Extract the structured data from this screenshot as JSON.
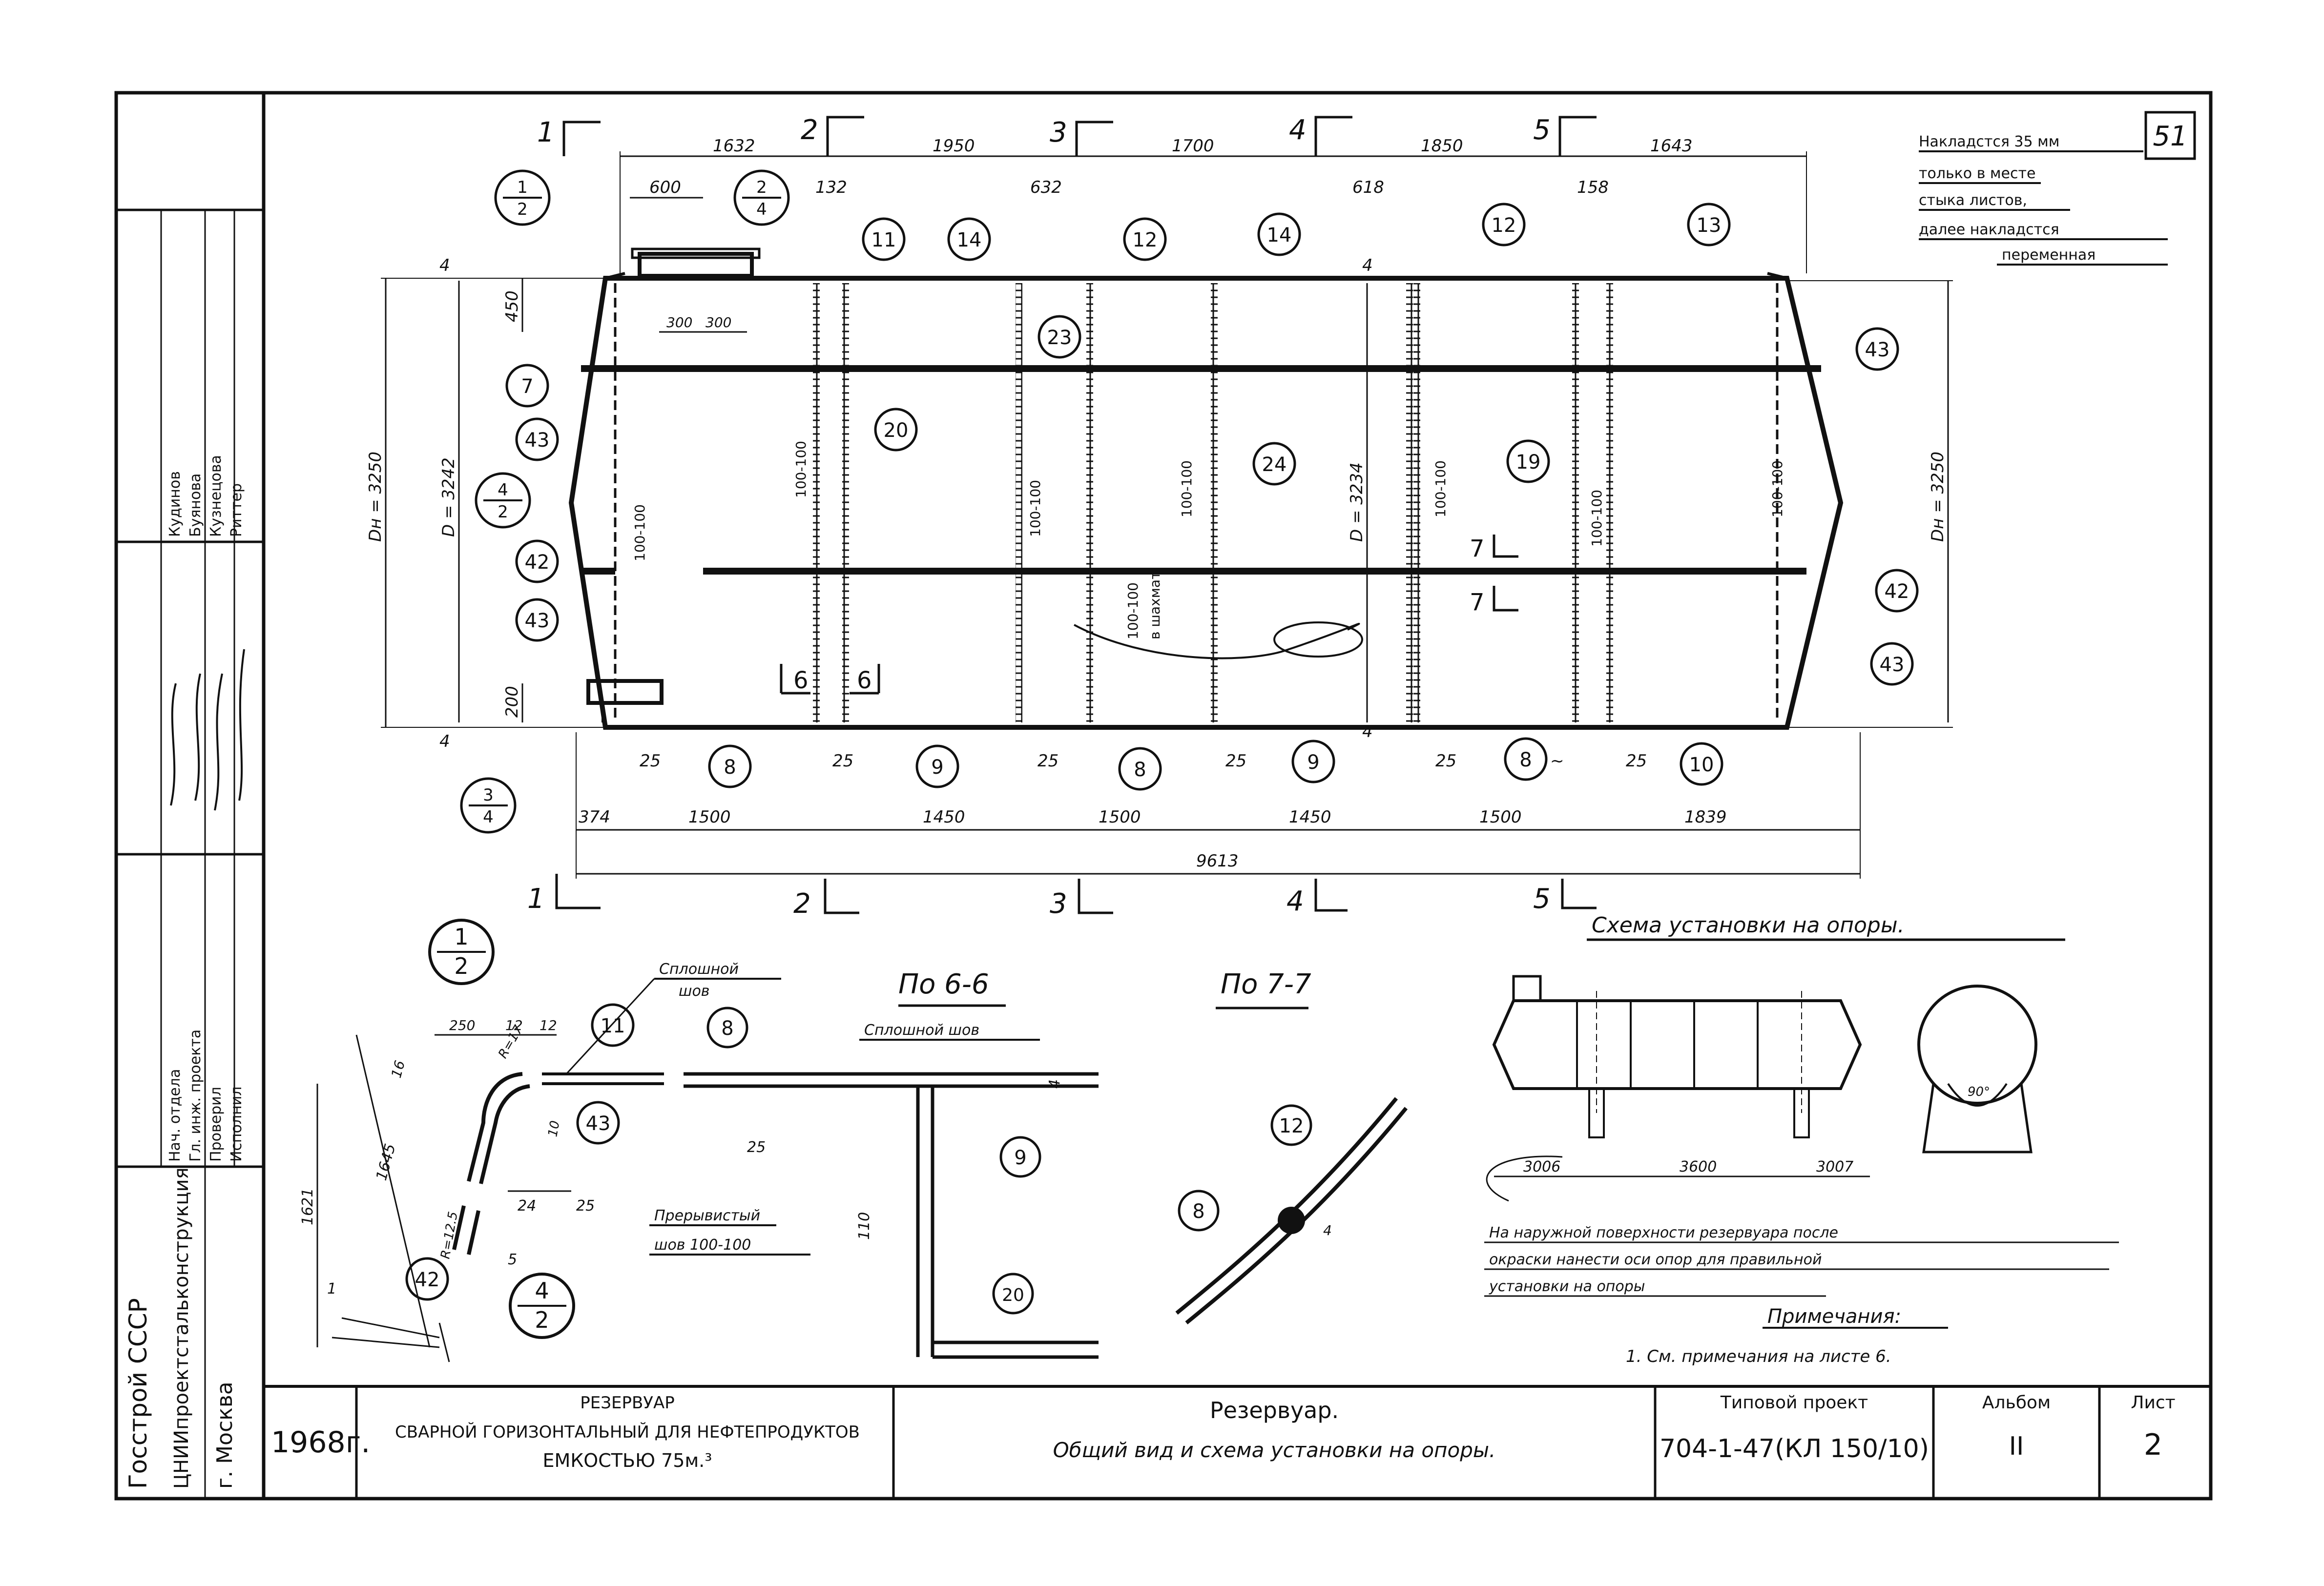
{
  "sheet_number": "51",
  "note_top_right": [
    "Накладстся 35 мм",
    "только в месте",
    "стыка листов,",
    "далее накладстся",
    "переменная"
  ],
  "section_marks": [
    "1",
    "2",
    "3",
    "4",
    "5"
  ],
  "top_dimensions": [
    "1632",
    "1950",
    "1700",
    "1850",
    "1643"
  ],
  "top_sub_dimensions": [
    "600",
    "132",
    "632",
    "618",
    "158"
  ],
  "manhole_dims": [
    "300",
    "300"
  ],
  "bottom_dimensions": [
    "374",
    "1500",
    "1450",
    "1500",
    "1450",
    "1500",
    "1839"
  ],
  "seam_25": "25",
  "tilde": "~",
  "overall_length": "9613",
  "left_dims": {
    "dn": "Dн = 3250",
    "d": "D = 3242",
    "h450": "450",
    "h200": "200",
    "four": "4"
  },
  "right_dims": {
    "dn": "Dн = 3250",
    "d": "D = 3234",
    "four": "4"
  },
  "weld_labels": [
    "100-100",
    "100-100",
    "100-100",
    "100-100",
    "100-100",
    "100-100",
    "100-100"
  ],
  "checker_label": [
    "100-100",
    "в шахмат"
  ],
  "section_cut_marks": {
    "six": "6",
    "seven": "7"
  },
  "part_labels": {
    "p1_2": [
      "1",
      "2"
    ],
    "p2_4": [
      "2",
      "4"
    ],
    "p4_2": [
      "4",
      "2"
    ],
    "p3_4": [
      "3",
      "4"
    ],
    "n7": "7",
    "n43": "43",
    "n42": "42",
    "n11": "11",
    "n14": "14",
    "n12": "12",
    "n13": "13",
    "n20": "20",
    "n23": "23",
    "n24": "24",
    "n19": "19",
    "n8": "8",
    "n9": "9",
    "n10": "10"
  },
  "detail_1_2": {
    "dims": [
      "250",
      "12",
      "12",
      "16",
      "R=17",
      "10",
      "R=12.5",
      "1645",
      "1621",
      "24",
      "25",
      "5",
      "1"
    ],
    "label_cont": [
      "Сплошной",
      "шов"
    ],
    "label_interrupted": [
      "Прерывистый",
      "шов 100-100"
    ]
  },
  "view_6_6": {
    "title": "По 6-6",
    "label": "Сплошной шов",
    "dims": [
      "25",
      "4",
      "110"
    ]
  },
  "view_7_7": {
    "title": "По 7-7",
    "dims": [
      "4"
    ]
  },
  "support_scheme": {
    "title": "Схема установки на опоры.",
    "dims": [
      "3006",
      "3600",
      "3007"
    ],
    "angle": "90°",
    "note": [
      "На наружной поверхности резервуара после",
      "окраски нанести оси опор для правильной",
      "установки на опоры"
    ]
  },
  "remarks": {
    "title": "Примечания:",
    "items": [
      "1. См. примечания на листе 6."
    ]
  },
  "left_strip": {
    "roles": [
      "Нач. отдела",
      "Гл. инж. проекта",
      "Проверил",
      "Исполнил"
    ],
    "names": [
      "Кудинов",
      "Буянова",
      "Кузнецова",
      "Риттер"
    ],
    "org": [
      "Госстрой СССР",
      "ЦНИИпроектстальконструкция",
      "г. Москва"
    ]
  },
  "title_block": {
    "year": "1968г.",
    "project_title": [
      "РЕЗЕРВУАР",
      "СВАРНОЙ ГОРИЗОНТАЛЬНЫЙ ДЛЯ НЕФТЕПРОДУКТОВ",
      "ЕМКОСТЬЮ 75м.³"
    ],
    "sheet_title": [
      "Резервуар.",
      "Общий вид и схема установки на опоры."
    ],
    "typical_label": "Типовой проект",
    "typical_value": "704-1-47(КЛ 150/10)",
    "album_label": "Альбом",
    "album_value": "II",
    "sheet_label": "Лист",
    "sheet_value": "2"
  }
}
